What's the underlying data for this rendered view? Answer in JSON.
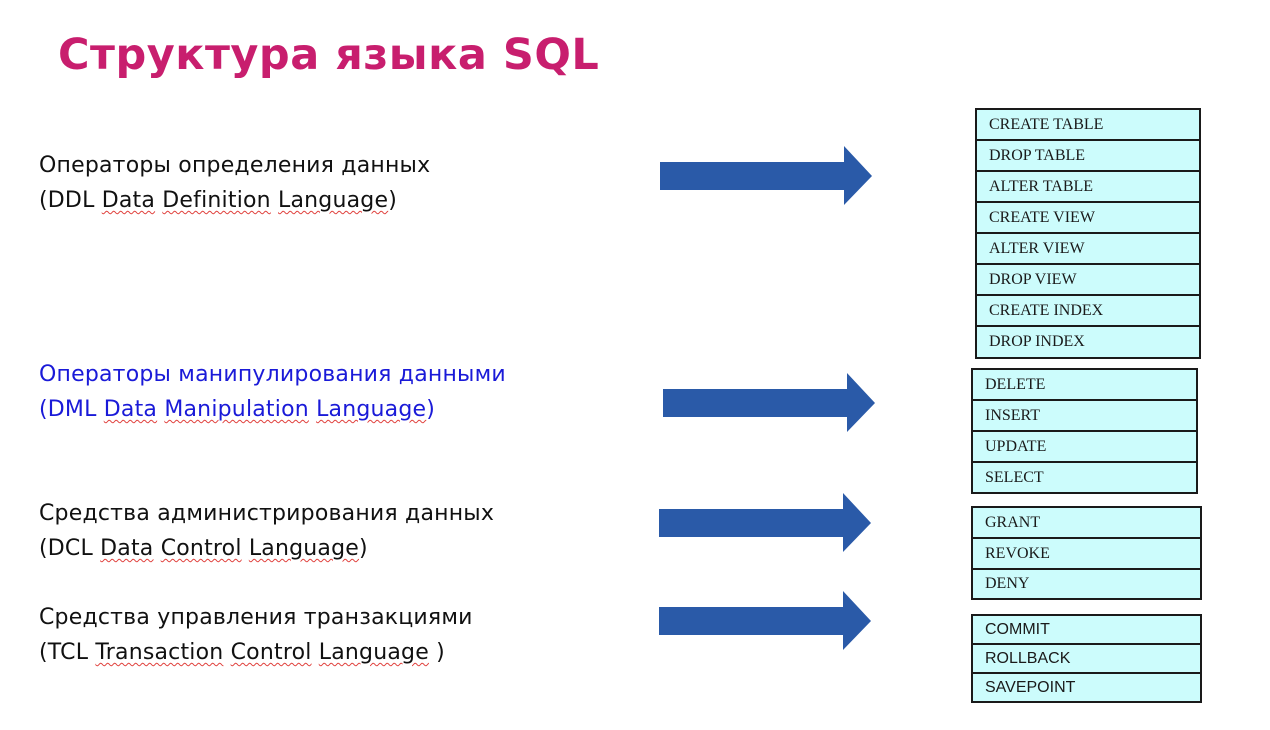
{
  "slide": {
    "title": "Структура языка SQL",
    "groups": [
      {
        "line1": "Операторы определения данных",
        "abbr": "(DDL",
        "words": [
          "Data",
          "Definition",
          "Language"
        ],
        "close": ")",
        "commands": [
          "CREATE TABLE",
          "DROP TABLE",
          "ALTER TABLE",
          "CREATE VIEW",
          "ALTER VIEW",
          "DROP VIEW",
          "CREATE INDEX",
          "DROP INDEX"
        ]
      },
      {
        "line1": "Операторы манипулирования данными",
        "abbr": "(DML",
        "words": [
          "Data",
          "Manipulation",
          "Language"
        ],
        "close": ")",
        "commands": [
          "DELETE",
          "INSERT",
          "UPDATE",
          "SELECT"
        ]
      },
      {
        "line1": "Средства администрирования данных",
        "abbr": "(DCL",
        "words": [
          "Data",
          "Control",
          "Language"
        ],
        "close": ")",
        "commands": [
          "GRANT",
          "REVOKE",
          "DENY"
        ]
      },
      {
        "line1": "Средства управления транзакциями",
        "abbr": "(TCL",
        "words": [
          "Transaction",
          "Control",
          "Language"
        ],
        "close": " )",
        "commands": [
          "COMMIT",
          "ROLLBACK",
          "SAVEPOINT"
        ]
      }
    ]
  },
  "colors": {
    "title": "#c81e6e",
    "highlight_text": "#1a1ad8",
    "arrow": "#2a5aa8",
    "box_fill": "#ccfcfc"
  },
  "icons": [
    "right-arrow-icon"
  ]
}
